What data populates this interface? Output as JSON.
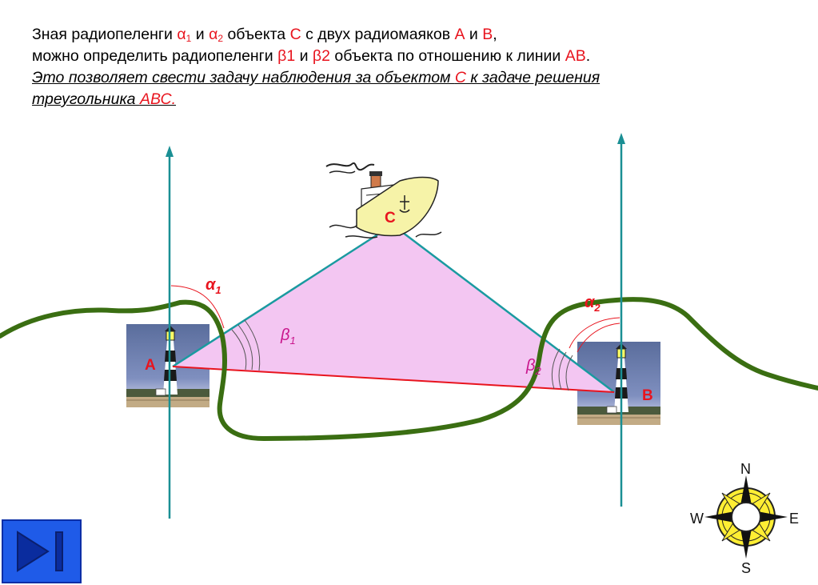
{
  "text": {
    "l1_a": "Зная радиопеленги ",
    "l1_alpha": "α",
    "l1_sub1": "1",
    "l1_and1": " и ",
    "l1_alpha2": "α",
    "l1_sub2": "2",
    "l1_b": " объекта ",
    "l1_C": "С",
    "l1_c": " с двух радиомаяков ",
    "l1_A": "А",
    "l1_and2": " и ",
    "l1_B": "В",
    "l1_end": ",",
    "l2_a": "можно определить радиопеленги ",
    "l2_b1": "β1",
    "l2_and": " и ",
    "l2_b2": "β2",
    "l2_b": " объекта по отношению к линии ",
    "l2_AB": "АВ",
    "l2_end": ".",
    "l3_a": "Это позволяет свести задачу наблюдения за объектом ",
    "l3_C": "С",
    "l3_b": " к задаче решения",
    "l4_a": "треугольника ",
    "l4_ABC": "АВС."
  },
  "labels": {
    "A": "А",
    "B": "В",
    "C": "С",
    "alpha": "α",
    "beta": "β",
    "sub1": "1",
    "sub2": "2"
  },
  "compass": {
    "north": "N",
    "south": "S",
    "east": "E",
    "west": "W"
  },
  "colors": {
    "accent_red": "#e8141e",
    "meridian": "#1a8f94",
    "coast": "#3a6e12",
    "triangle_fill": "#f3c6f2",
    "triangle_edge": "#1a9aa0",
    "base_line": "#e8141e",
    "nav_blue": "#1f5be8"
  },
  "icons": {
    "ship": "ship-icon",
    "lighthouse": "lighthouse-icon",
    "compass": "compass-rose-icon",
    "nav": "play-next-icon"
  }
}
